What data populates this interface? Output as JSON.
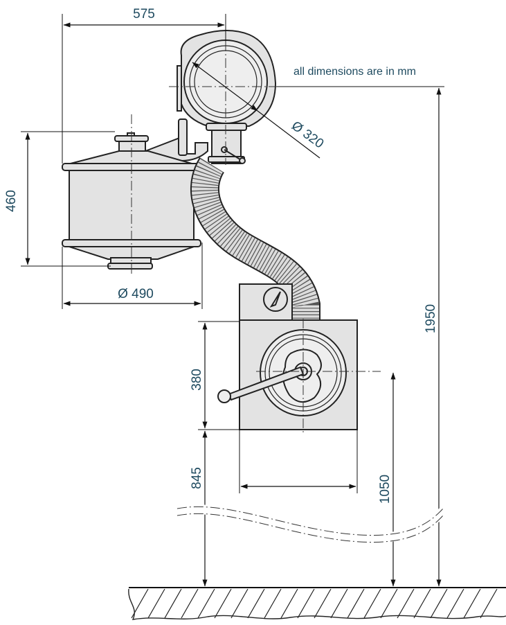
{
  "note": "all dimensions are in mm",
  "dimensions": {
    "top_width": "575",
    "fan_diameter": "Ø 320",
    "filter_height": "460",
    "filter_diameter": "Ø 490",
    "reel_height": "380",
    "floor_to_reel_bottom": "845",
    "floor_to_reel_axis": "1050",
    "total_height": "1950"
  },
  "colors": {
    "dimension_text": "#1e4a5f",
    "component_fill": "#e3e3e3",
    "outline": "#222222"
  }
}
